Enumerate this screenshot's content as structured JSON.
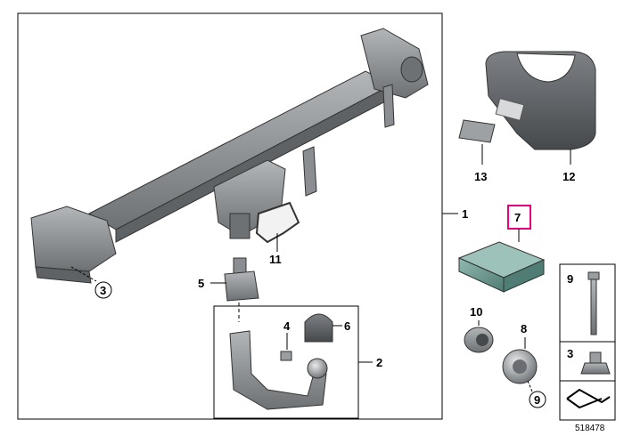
{
  "callouts": {
    "c1": "1",
    "c2": "2",
    "c3": "3",
    "c3b": "3",
    "c4": "4",
    "c5": "5",
    "c6": "6",
    "c7": "7",
    "c8": "8",
    "c9": "9",
    "c9b": "9",
    "c10": "10",
    "c11": "11",
    "c12": "12",
    "c13": "13"
  },
  "diagram_id": "518478",
  "colors": {
    "highlight": "#e6007e",
    "part_gray": "#8a8e92",
    "part_dark": "#55595c",
    "module_green": "#5f8e86"
  }
}
